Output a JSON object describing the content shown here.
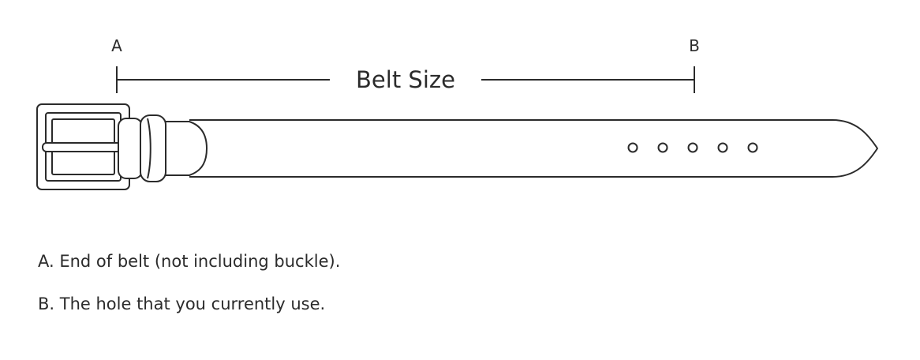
{
  "diagram": {
    "marker_a": "A",
    "marker_b": "B",
    "measure_label": "Belt Size",
    "hole_count": 5,
    "stroke_color": "#2b2b2b"
  },
  "legend": {
    "line_a": "A. End of belt (not including buckle).",
    "line_b": "B. The hole that you currently use."
  }
}
